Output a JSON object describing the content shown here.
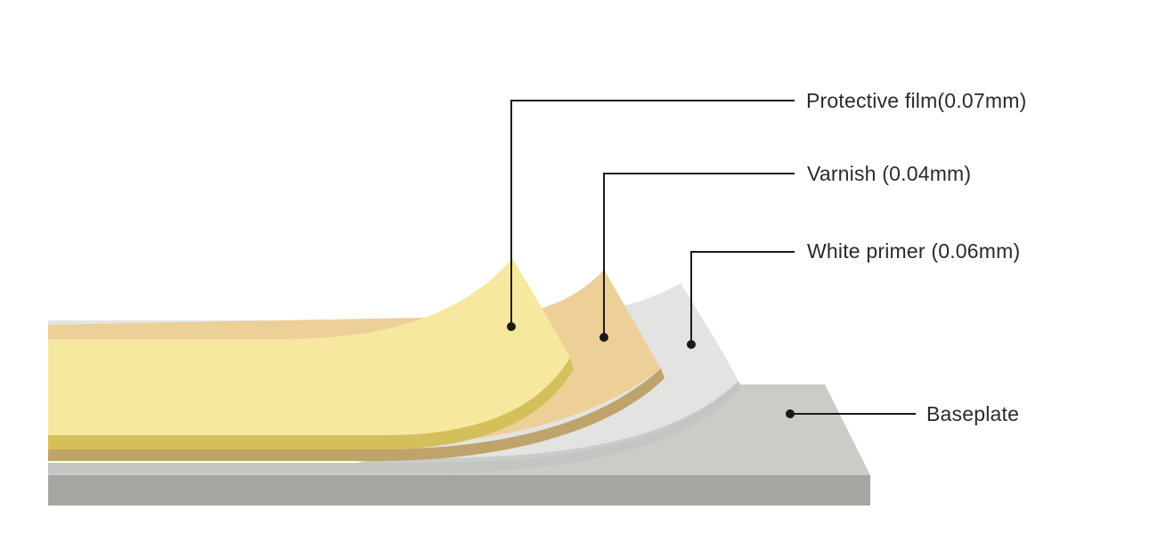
{
  "layers": [
    {
      "id": "protective-film",
      "label": "Protective film(0.07mm)",
      "top_color": "#F6E89F",
      "edge_color": "#D4C05A"
    },
    {
      "id": "varnish",
      "label": "Varnish (0.04mm)",
      "top_color": "#EDCF98",
      "edge_color": "#BFA36A"
    },
    {
      "id": "white-primer",
      "label": "White primer (0.06mm)",
      "top_color": "#E3E3E2",
      "edge_color": "#C4C5C3"
    },
    {
      "id": "baseplate",
      "label": "Baseplate",
      "top_color": "#CACCC8",
      "edge_color": "#A5A6A2"
    }
  ]
}
